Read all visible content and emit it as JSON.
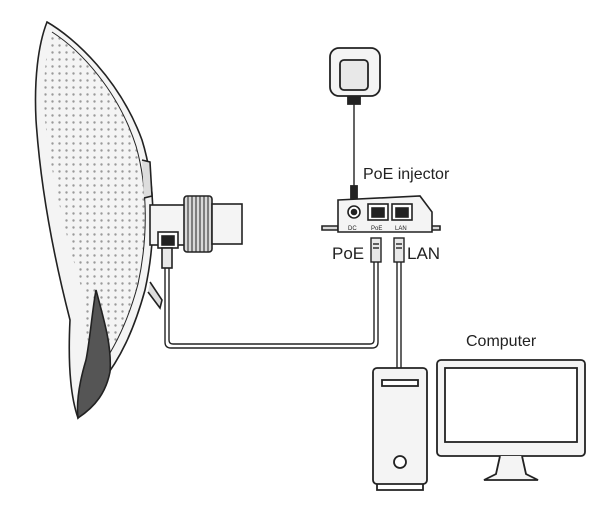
{
  "labels": {
    "poe_injector": "PoE injector",
    "poe_port": "PoE",
    "lan_port": "LAN",
    "computer": "Computer"
  },
  "port_labels": {
    "dc": "DC",
    "poe": "PoE",
    "lan": "LAN"
  },
  "colors": {
    "line": "#222222",
    "fill_light": "#f4f4f4",
    "fill_mid": "#d8d8d8",
    "dish_dots": "#9a9a9a"
  }
}
